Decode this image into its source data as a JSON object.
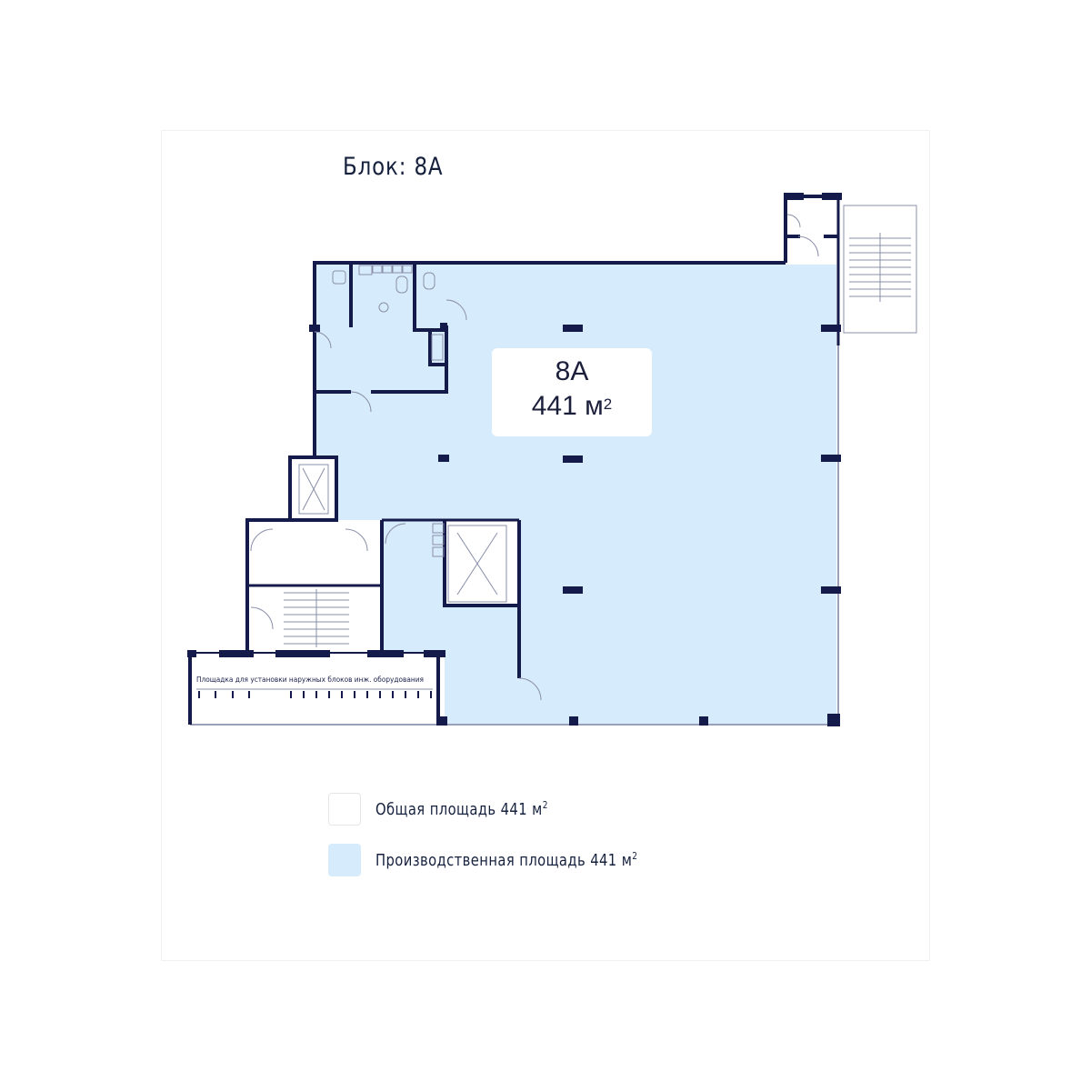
{
  "block_title": "Блок: 8А",
  "unit": {
    "name": "8A",
    "area_value": "441 м",
    "area_sup": "2"
  },
  "terrace_label": "Площадка для установки наружных блоков инж. оборудования",
  "legend": [
    {
      "text": "Общая площадь 441 м",
      "sup": "2",
      "swatch_color": "#ffffff"
    },
    {
      "text": "Производственная площадь 441 м",
      "sup": "2",
      "swatch_color": "#d6ebfb"
    }
  ],
  "colors": {
    "wall": "#141a4a",
    "production_area": "#d6ebfb",
    "thin_line": "#8a8fa8"
  }
}
